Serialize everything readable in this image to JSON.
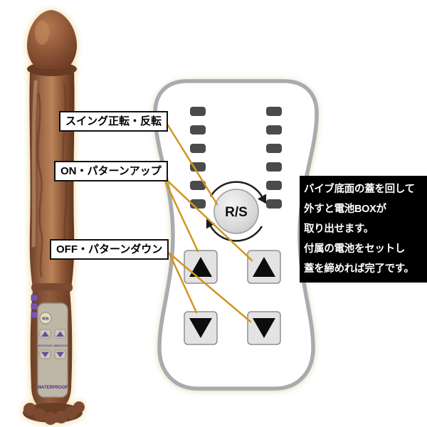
{
  "callouts": {
    "swing": "スイング正転・反転",
    "on_up": "ON・パターンアップ",
    "off_down": "OFF・パターンダウン"
  },
  "remote": {
    "center_button_label": "R/S"
  },
  "info_box": {
    "lines": [
      "バイブ底面の蓋を回して",
      "外すと電池BOXが",
      "取り出せます。",
      "付属の電池をセットし",
      "蓋を締めれば完了です。"
    ]
  },
  "product_panel": {
    "rs_label": "R/S",
    "rotation_label": "ROTATION",
    "vibration_label": "VIBRATION",
    "waterproof_label": "WATERPROOF"
  },
  "colors": {
    "callout_line": "#d2951c",
    "info_box_bg": "#000000",
    "info_box_text": "#ffffff",
    "remote_outline": "#a7acae",
    "button_triangle": "#111111",
    "indicator_dot": "#4c4c4c"
  }
}
